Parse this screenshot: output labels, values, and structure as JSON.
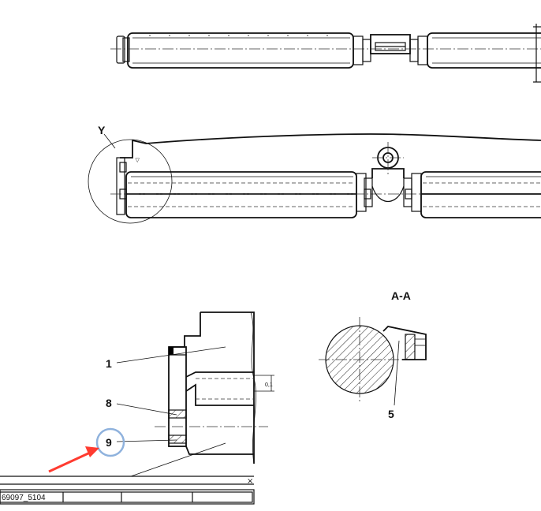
{
  "view_labels": {
    "detail": "Y",
    "section": "A-A"
  },
  "callouts": [
    {
      "id": "1",
      "text": "1"
    },
    {
      "id": "8",
      "text": "8"
    },
    {
      "id": "9",
      "text": "9"
    },
    {
      "id": "5",
      "text": "5"
    }
  ],
  "dimension_note": "0,1",
  "title_block": {
    "drawing_number": "69097_5104",
    "close_symbol": "×"
  },
  "annotation": {
    "highlight_color": "#8fb2dd",
    "arrow_color": "#ff3b30"
  }
}
